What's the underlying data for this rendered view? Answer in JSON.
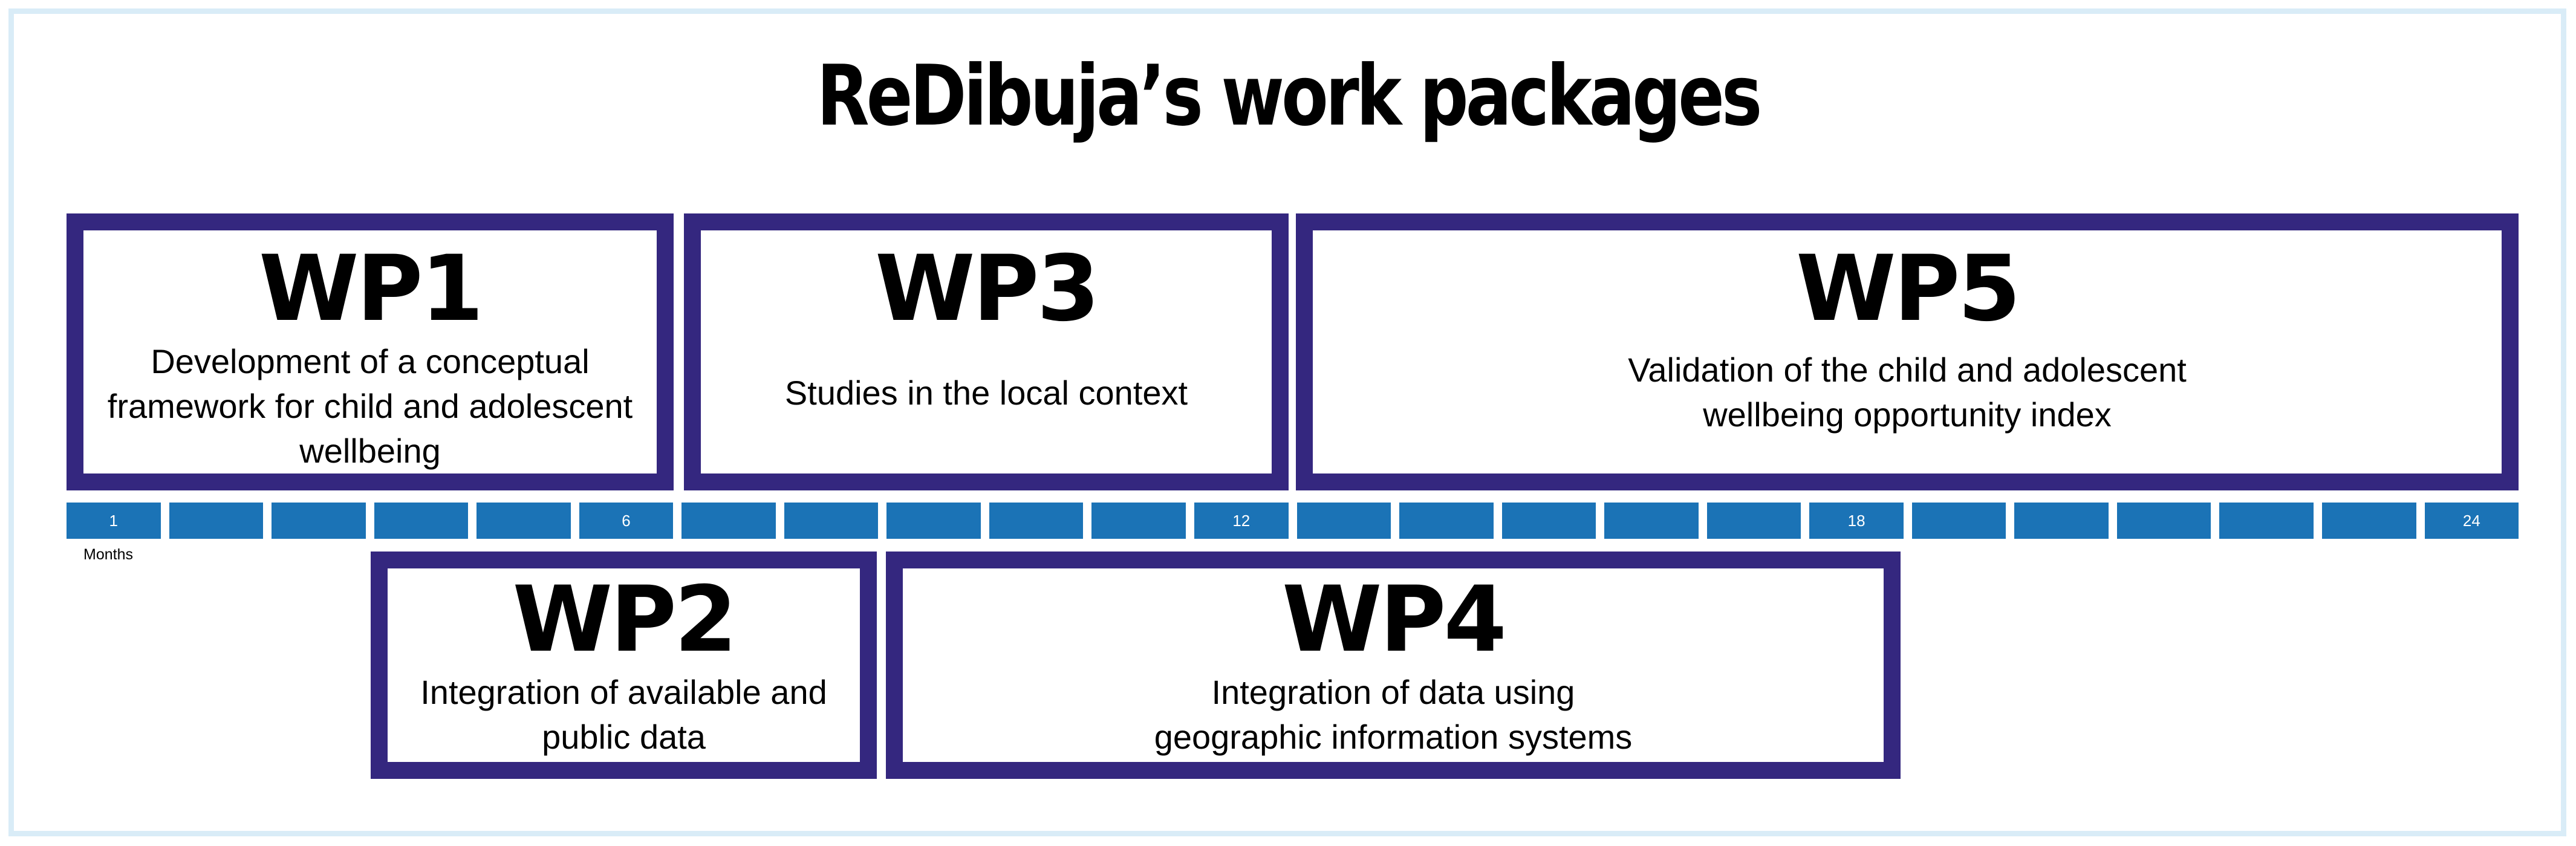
{
  "title": "ReDibuja’s work packages",
  "colors": {
    "box_border": "#34277f",
    "timeline_cell": "#1b73b6",
    "frame_border": "#d9ecf7"
  },
  "work_packages": [
    {
      "code": "WP1",
      "description": "Development of a conceptual\nframework for child and adolescent\nwellbeing"
    },
    {
      "code": "WP2",
      "description": "Integration of available and\npublic data"
    },
    {
      "code": "WP3",
      "description": "Studies in the local context"
    },
    {
      "code": "WP4",
      "description": "Integration of data using\ngeographic information systems"
    },
    {
      "code": "WP5",
      "description": "Validation of the child and adolescent\nwellbeing opportunity index"
    }
  ],
  "timeline": {
    "label": "Months",
    "cell_count": 24,
    "cells": [
      "1",
      "",
      "",
      "",
      "",
      "6",
      "",
      "",
      "",
      "",
      "",
      "12",
      "",
      "",
      "",
      "",
      "",
      "18",
      "",
      "",
      "",
      "",
      "",
      "24"
    ]
  }
}
